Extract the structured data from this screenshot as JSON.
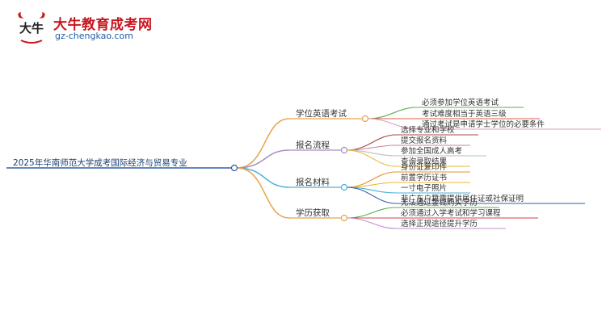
{
  "logo": {
    "title": "大牛教育成考网",
    "url": "gz-chengkao.com",
    "mark_text": "大牛"
  },
  "mindmap": {
    "root": "2025年华南师范大学成考国际经济与贸易专业",
    "branches": [
      {
        "label": "学位英语考试",
        "color": "#e8a24a",
        "leaves": [
          "必须参加学位英语考试",
          "考试难度相当于英语三级",
          "通过考试是申请学士学位的必要条件"
        ],
        "leaf_colors": [
          "#5fae4e",
          "#d95f4a",
          "#d9a0b8"
        ]
      },
      {
        "label": "报名流程",
        "color": "#a88cc0",
        "leaves": [
          "选择专业和学校",
          "提交报名资料",
          "参加全国成人高考",
          "查询录取结果"
        ],
        "leaf_colors": [
          "#a44a4a",
          "#d07fa0",
          "#bdbdbd",
          "#e8b82e"
        ]
      },
      {
        "label": "报名材料",
        "color": "#4ab0d8",
        "leaves": [
          "身份证复印件",
          "前置学历证书",
          "一寸电子照片",
          "非广东户籍需提供居住证或社保证明"
        ],
        "leaf_colors": [
          "#e8902e",
          "#e8b82e",
          "#4ab0d8",
          "#2e5fa8"
        ]
      },
      {
        "label": "学历获取",
        "color": "#e8a24a",
        "leaves": [
          "无法通过金钱购买学历",
          "必须通过入学考试和学习课程",
          "选择正规途径提升学历"
        ],
        "leaf_colors": [
          "#5fae4e",
          "#d9434a",
          "#c090c8"
        ]
      }
    ]
  }
}
